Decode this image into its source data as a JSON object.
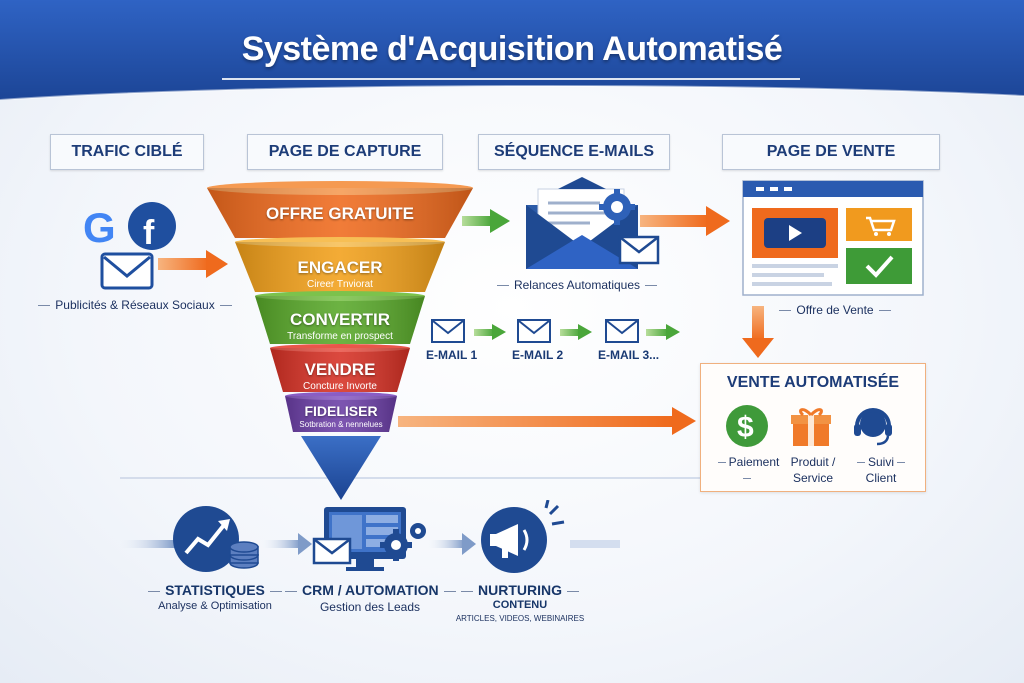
{
  "title": "Système d'Acquisition Automatisé",
  "columns": {
    "traffic": "TRAFIC CIBLÉ",
    "capture": "PAGE DE CAPTURE",
    "emails": "SÉQUENCE E-MAILS",
    "sales": "PAGE DE VENTE"
  },
  "traffic": {
    "label": "Publicités & Réseaux Sociaux"
  },
  "funnel": [
    {
      "title": "OFFRE GRATUITE",
      "sub": "",
      "color": "#ef6a1d"
    },
    {
      "title": "ENGACER",
      "sub": "Cireer Tnviorat",
      "color": "#f2a01a"
    },
    {
      "title": "CONVERTIR",
      "sub": "Transforme en prospect",
      "color": "#58a829"
    },
    {
      "title": "VENDRE",
      "sub": "Concture Invorte",
      "color": "#d63024"
    },
    {
      "title": "FIDELISER",
      "sub": "Sotbration & nennelues",
      "color": "#6b3ea6"
    }
  ],
  "emails": {
    "label": "Relances Automatiques",
    "steps": [
      "E-MAIL 1",
      "E-MAIL 2",
      "E-MAIL 3..."
    ]
  },
  "sales_page": {
    "label": "Offre de Vente"
  },
  "auto_sale": {
    "title": "VENTE AUTOMATISÉE",
    "items": [
      {
        "line1": "Paiement",
        "line2": "",
        "icon": "dollar-icon"
      },
      {
        "line1": "Produit /",
        "line2": "Service",
        "icon": "gift-icon"
      },
      {
        "line1": "Suivi",
        "line2": "Client",
        "icon": "headset-icon"
      }
    ]
  },
  "bottom": [
    {
      "title": "STATISTIQUES",
      "sub": "Analyse & Optimisation",
      "sub2": "",
      "icon": "chart-growth-icon"
    },
    {
      "title": "CRM / AUTOMATION",
      "sub": "Gestion des Leads",
      "sub2": "",
      "icon": "crm-monitor-icon"
    },
    {
      "title": "NURTURING",
      "sub": "CONTENU",
      "sub2": "ARTICLES, VIDEOS, WEBINAIRES",
      "icon": "megaphone-icon"
    }
  ],
  "colors": {
    "brand_blue": "#1e4a9a",
    "orange": "#f07a2a",
    "green": "#4aa63a",
    "navy": "#173669"
  }
}
